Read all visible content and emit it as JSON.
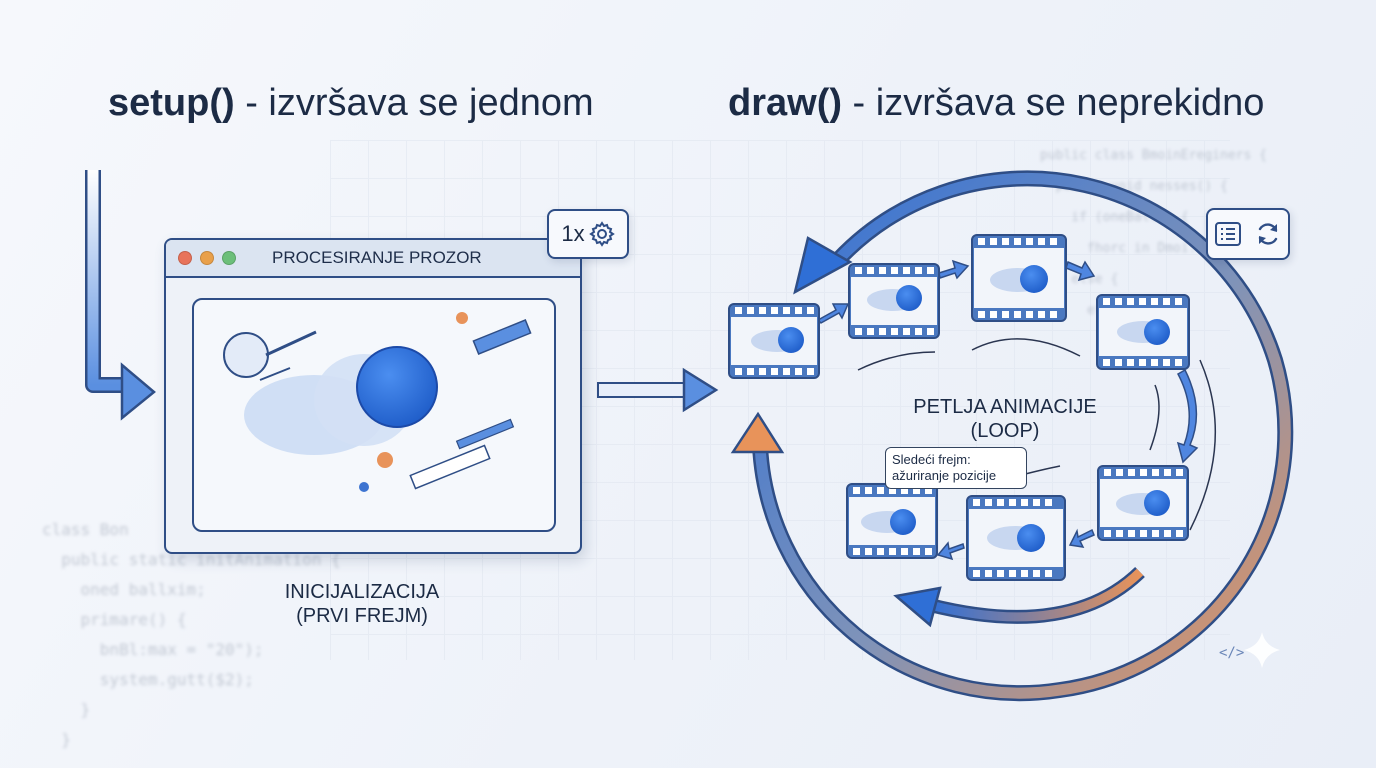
{
  "headings": {
    "setup_fn": "setup()",
    "setup_rest": " - izvršava se jednom",
    "draw_fn": "draw()",
    "draw_rest": " - izvršava se neprekidno"
  },
  "window": {
    "title": "PROCESIRANJE PROZOR",
    "dot_colors": [
      "#e8735a",
      "#e9a04a",
      "#6cbf7a"
    ]
  },
  "setup_badge": {
    "count": "1x",
    "icon": "gear-icon"
  },
  "draw_badge": {
    "icons": [
      "list-icon",
      "refresh-icon"
    ]
  },
  "labels": {
    "init_line1": "INICIJALIZACIJA",
    "init_line2": "(PRVI FREJM)",
    "loop_line1": "PETLJA ANIMACIJE",
    "loop_line2": "(LOOP)"
  },
  "callout": {
    "line1": "Sledeći frejm:",
    "line2": "ažuriranje pozicije"
  },
  "code_icon": "</>",
  "code_left": "class Bon\n  public static initAnimation {\n    oned ballxim;\n    primare() {\n      bnBl:max = \"20\");\n      system.gutt($2);\n    }\n  }",
  "code_right": "public class BmoinEreginers {\n  public void nesses() {\n    if (oneBallx) {\n      fhorc in Dmoi.to(d);\n    else {\n      et.andDesion",
  "colors": {
    "accent": "#2f6fd6",
    "frame_border": "#2f4e86",
    "loop_orange": "#e8935a"
  }
}
